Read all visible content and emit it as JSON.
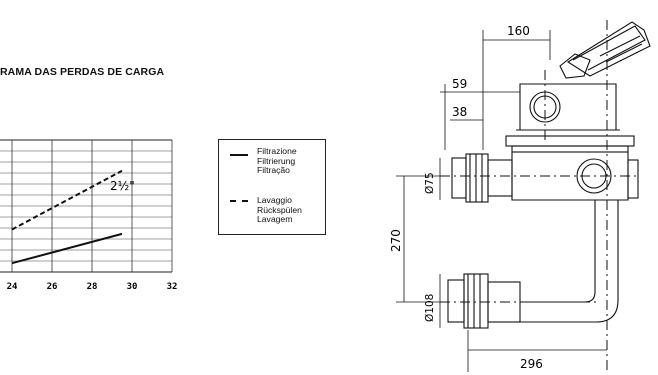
{
  "chart": {
    "title": "RAMA DAS PERDAS DE CARGA",
    "x_ticks": [
      "24",
      "26",
      "28",
      "30",
      "32"
    ],
    "curve_label": "2½\""
  },
  "legend": {
    "solid_label": "Filtrazione\nFiltrierung\nFiltração",
    "dashed_label": "Lavaggio\nRückspülen\nLavagem"
  },
  "dimensions": {
    "d160": "160",
    "d59": "59",
    "d38": "38",
    "d75": "Ø75",
    "d270": "270",
    "d108": "Ø108",
    "d296": "296"
  },
  "chart_data": {
    "type": "line",
    "x": [
      24,
      29.5
    ],
    "series": [
      {
        "values": [
          2.9,
          6.9
        ]
      },
      {
        "values": [
          0.6,
          2.6
        ]
      }
    ],
    "xlim": [
      23.4,
      32
    ],
    "ylim": [
      0,
      9
    ],
    "xticks": [
      24,
      26,
      28,
      30,
      32
    ],
    "grid": true
  }
}
